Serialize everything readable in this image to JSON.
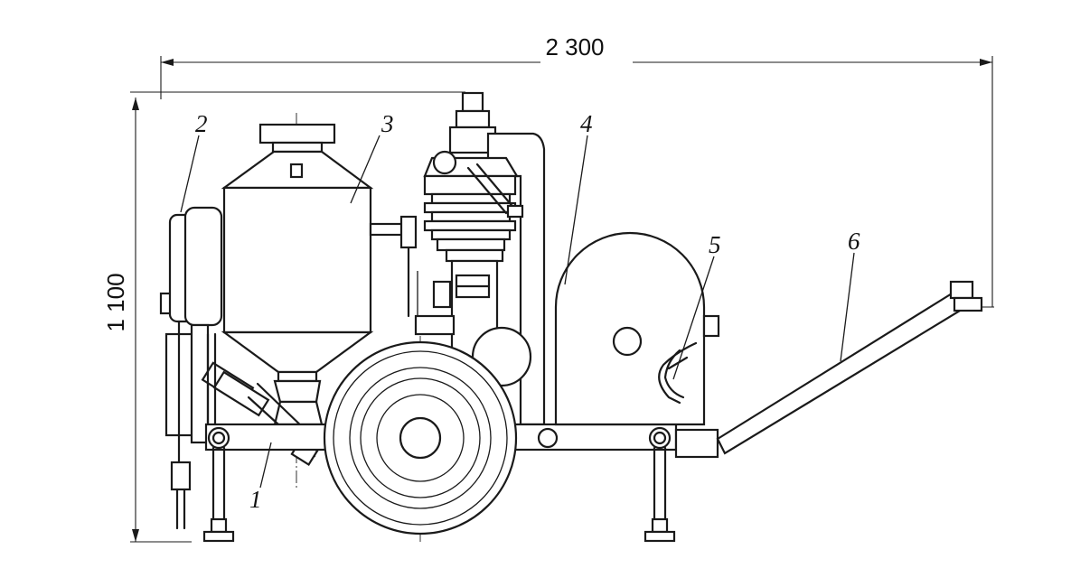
{
  "dimensions": {
    "width_label": "2 300",
    "height_label": "1 100"
  },
  "callouts": [
    "1",
    "2",
    "3",
    "4",
    "5",
    "6"
  ],
  "colors": {
    "line": "#1a1a1a",
    "background": "#ffffff"
  }
}
